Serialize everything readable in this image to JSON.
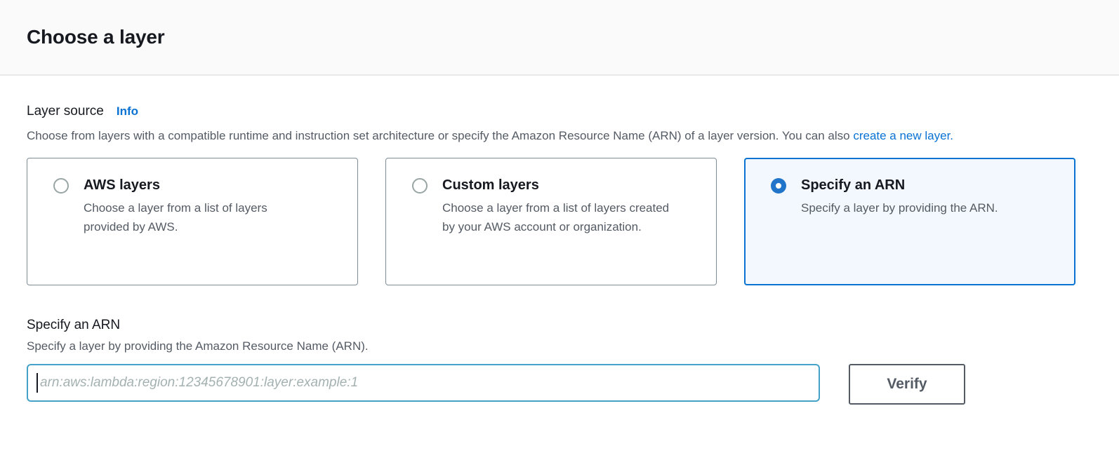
{
  "header": {
    "title": "Choose a layer"
  },
  "layer_source": {
    "label": "Layer source",
    "info_label": "Info",
    "description_before_link": "Choose from layers with a compatible runtime and instruction set architecture or specify the Amazon Resource Name (ARN) of a layer version. You can also ",
    "link_text": "create a new layer."
  },
  "options": [
    {
      "title": "AWS layers",
      "description": "Choose a layer from a list of layers provided by AWS.",
      "selected": false
    },
    {
      "title": "Custom layers",
      "description": "Choose a layer from a list of layers created by your AWS account or organization.",
      "selected": false
    },
    {
      "title": "Specify an ARN",
      "description": "Specify a layer by providing the ARN.",
      "selected": true
    }
  ],
  "arn_section": {
    "title": "Specify an ARN",
    "description": "Specify a layer by providing the Amazon Resource Name (ARN).",
    "input_value": "",
    "input_placeholder": "arn:aws:lambda:region:12345678901:layer:example:1",
    "verify_label": "Verify"
  },
  "colors": {
    "accent_blue": "#0972d3",
    "radio_selected_blue": "#2074c9",
    "selected_card_bg": "#f2f8fd",
    "input_focus_border": "#44a2c8",
    "text_primary": "#16191f",
    "text_secondary": "#545b64",
    "header_bg": "#fafafa",
    "divider": "#e9e9e9"
  }
}
